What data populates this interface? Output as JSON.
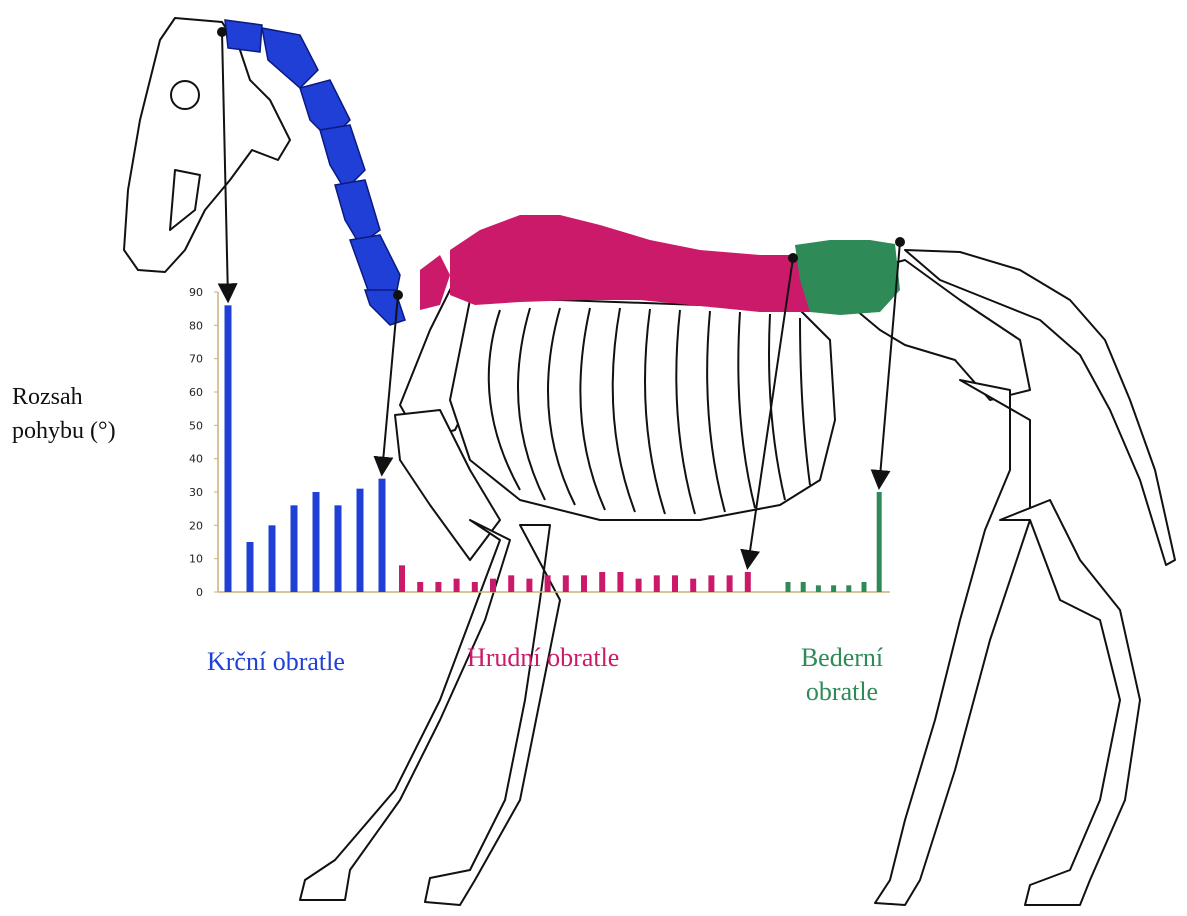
{
  "chart_data": {
    "type": "bar",
    "ylabel": "Rozsah pohybu (°)",
    "ylim": [
      0,
      90
    ],
    "yticks": [
      "0",
      "10",
      "20",
      "30",
      "40",
      "50",
      "60",
      "70",
      "80",
      "90"
    ],
    "grid": false,
    "groups": [
      {
        "name": "Krční obratle",
        "color": "#1f3fd6",
        "values": [
          86,
          15,
          20,
          26,
          30,
          26,
          31,
          34
        ]
      },
      {
        "name": "Hrudní obratle",
        "color": "#cc1a6a",
        "values": [
          8,
          3,
          3,
          4,
          3,
          4,
          5,
          4,
          5,
          5,
          5,
          6,
          6,
          4,
          5,
          5,
          4,
          5,
          5,
          6
        ]
      },
      {
        "name": "Bederní obratle",
        "color": "#2e8b57",
        "values": [
          3,
          3,
          2,
          2,
          2,
          3,
          30
        ]
      }
    ]
  },
  "labels": {
    "ylabel_line1": "Rozsah",
    "ylabel_line2": "pohybu (°)",
    "cervical": "Krční obratle",
    "thoracic": "Hrudní obratle",
    "lumbar_line1": "Bederní",
    "lumbar_line2": "obratle"
  },
  "colors": {
    "cervical": "#1f3fd6",
    "thoracic": "#cc1a6a",
    "lumbar": "#2e8b57",
    "axis": "#c8b27a",
    "outline": "#111111"
  },
  "illustration": {
    "subject": "horse-skeleton-icon"
  }
}
